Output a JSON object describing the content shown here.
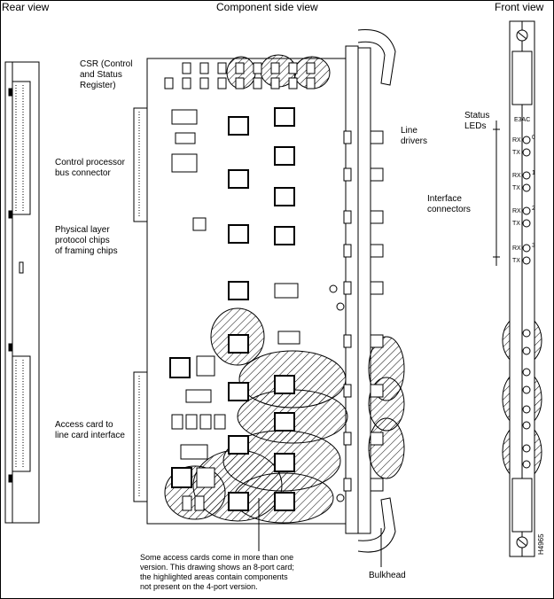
{
  "headers": {
    "rear_view": "Rear view",
    "component_side_view": "Component side view",
    "front_view": "Front view"
  },
  "callouts": {
    "csr": "CSR (Control\nand Status\nRegister)",
    "control_processor": "Control processor\nbus connector",
    "physical_layer": "Physical layer\nprotocol chips\nof framing chips",
    "access_card": "Access card to\nline card interface",
    "line_drivers": "Line\ndrivers",
    "interface_connectors": "Interface\nconnectors",
    "status_leds": "Status\nLEDs",
    "bulkhead": "Bulkhead",
    "note": "Some access cards come in more than one\nversion. This drawing shows an 8-port card;\nthe highlighted areas contain components\nnot present on the 4-port version."
  },
  "front_panel": {
    "card_label": "E3AC",
    "rx": "RX",
    "tx": "TX",
    "port_numbers": [
      "0",
      "1",
      "2",
      "3"
    ]
  },
  "figure_id": "H4965"
}
